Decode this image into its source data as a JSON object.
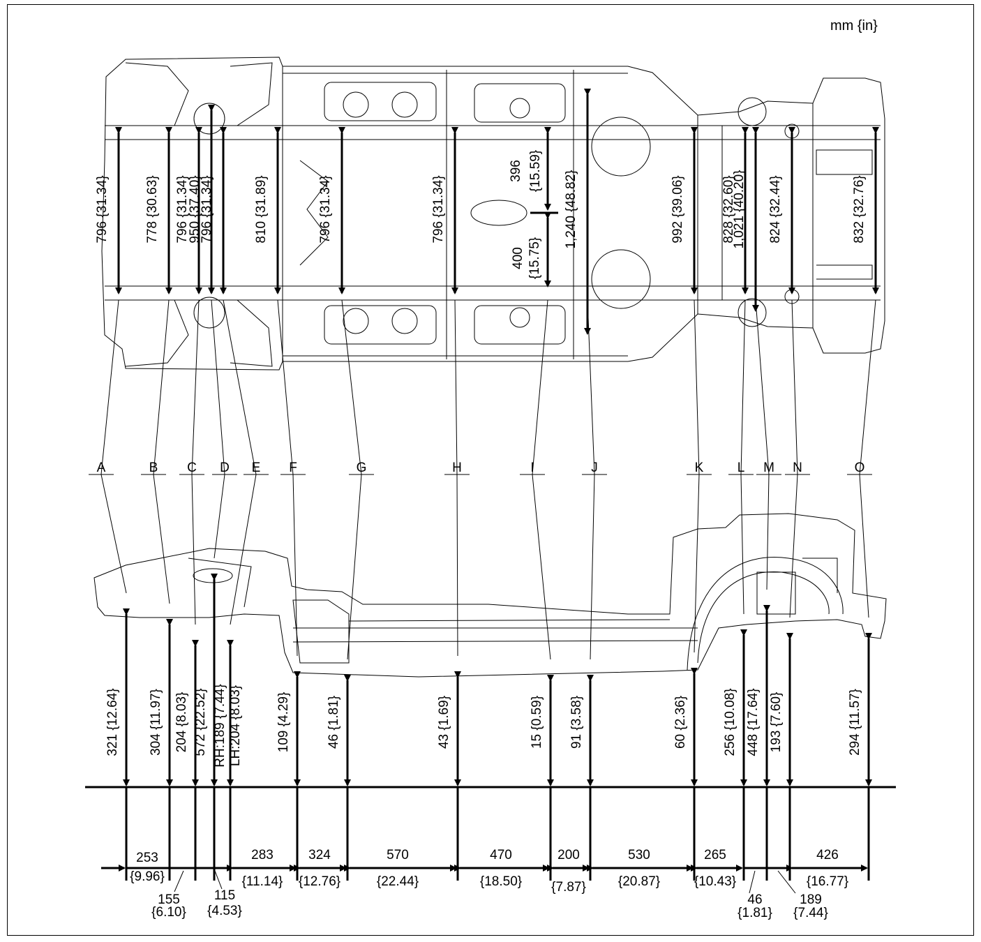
{
  "unit_label": "mm {in}",
  "points": [
    {
      "letter": "A",
      "top": "796 {31.34}",
      "height": "321 {12.64}"
    },
    {
      "letter": "B",
      "top": "778 {30.63}",
      "height": "304 {11.97}"
    },
    {
      "letter": "C",
      "top": "796 {31.34}",
      "height": "204 {8.03}"
    },
    {
      "letter": "D",
      "top": "950 {37.40}",
      "height": "572 {22.52}"
    },
    {
      "letter": "E",
      "top": "796 {31.34}",
      "height_lines": [
        "RH:189 {7.44}",
        "LH:204 {8.03}"
      ]
    },
    {
      "letter": "F",
      "top": "810 {31.89}",
      "height": "109 {4.29}"
    },
    {
      "letter": "G",
      "top": "796 {31.34}",
      "height": "46 {1.81}"
    },
    {
      "letter": "H",
      "top": "796 {31.34}",
      "height": "43 {1.69}"
    },
    {
      "letter": "I",
      "top_parts": [
        "396",
        "{15.59}",
        "400",
        "{15.75}"
      ],
      "height": "15 {0.59}"
    },
    {
      "letter": "J",
      "top": "1,240 {48.82}",
      "height": "91 {3.58}"
    },
    {
      "letter": "K",
      "top": "992 {39.06}",
      "height": "60 {2.36}"
    },
    {
      "letter": "L",
      "top": "828 {32.60}",
      "height": "256 {10.08}"
    },
    {
      "letter": "M",
      "top": "1,021 {40.20}",
      "height": "448 {17.64}"
    },
    {
      "letter": "N",
      "top": "824 {32.44}",
      "height": "193 {7.60}"
    },
    {
      "letter": "O",
      "top": "832 {32.76}",
      "height": "294 {11.57}"
    }
  ],
  "spacings": [
    {
      "mm": "253",
      "in": "{9.96}"
    },
    {
      "mm": "155",
      "in": "{6.10}"
    },
    {
      "mm": "115",
      "in": "{4.53}"
    },
    {
      "mm": "283",
      "in": "{11.14}"
    },
    {
      "mm": "324",
      "in": "{12.76}"
    },
    {
      "mm": "570",
      "in": "{22.44}"
    },
    {
      "mm": "470",
      "in": "{18.50}"
    },
    {
      "mm": "200",
      "in": "{7.87}"
    },
    {
      "mm": "530",
      "in": "{20.87}"
    },
    {
      "mm": "265",
      "in": "{10.43}"
    },
    {
      "mm": "46",
      "in": "{1.81}"
    },
    {
      "mm": "189",
      "in": "{7.44}"
    },
    {
      "mm": "426",
      "in": "{16.77}"
    }
  ]
}
